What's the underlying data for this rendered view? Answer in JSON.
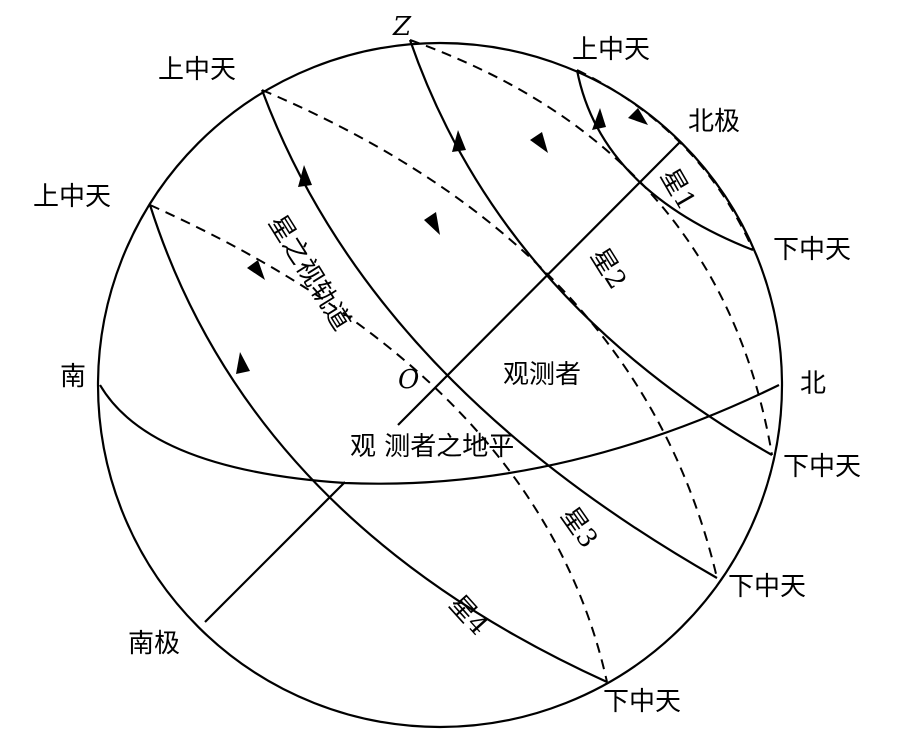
{
  "labels": {
    "zenith": "Z",
    "upper_culmination": "上中天",
    "lower_culmination": "下中天",
    "north_pole": "北极",
    "south_pole": "南极",
    "south": "南",
    "north": "北",
    "observer": "观测者",
    "horizon": "观 测者之地平",
    "center": "O",
    "apparent_orbit": "星之视轨道",
    "star1": "星1",
    "star2": "星2",
    "star3": "星3",
    "star4": "星4"
  },
  "colors": {
    "line": "#000000",
    "background": "#ffffff"
  }
}
